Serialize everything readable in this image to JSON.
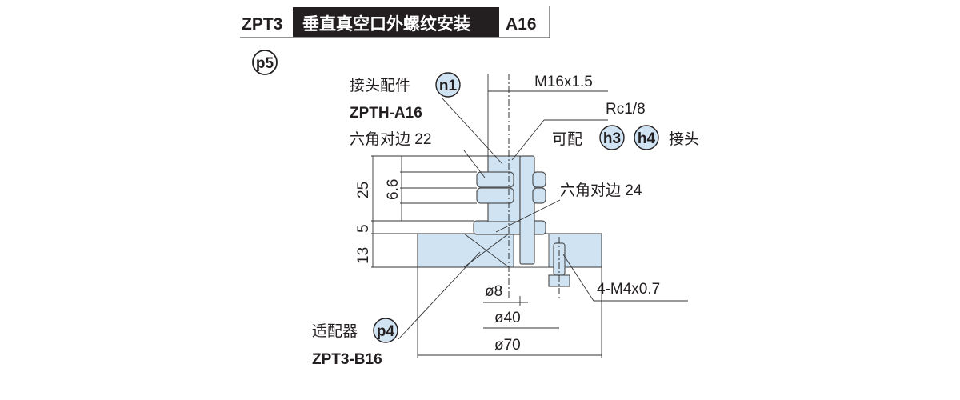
{
  "header": {
    "model": "ZPT3",
    "title": "垂直真空口外螺纹安装",
    "code": "A16"
  },
  "page_ref_badge": "p5",
  "labels": {
    "connector_label": "接头配件",
    "connector_badge": "n1",
    "connector_part": "ZPTH-A16",
    "hex22": "六角对边 22",
    "thread": "M16x1.5",
    "port": "Rc1/8",
    "compatible_prefix": "可配",
    "compatible_badge_1": "h3",
    "compatible_badge_2": "h4",
    "compatible_suffix": "接头",
    "hex24": "六角对边 24",
    "screw": "4-M4x0.7",
    "adapter_label": "适配器",
    "adapter_badge": "p4",
    "adapter_part": "ZPT3-B16"
  },
  "dimensions": {
    "d25": "25",
    "d66": "6.6",
    "d5": "5",
    "d13": "13",
    "phi8": "ø8",
    "phi40": "ø40",
    "phi70": "ø70"
  }
}
